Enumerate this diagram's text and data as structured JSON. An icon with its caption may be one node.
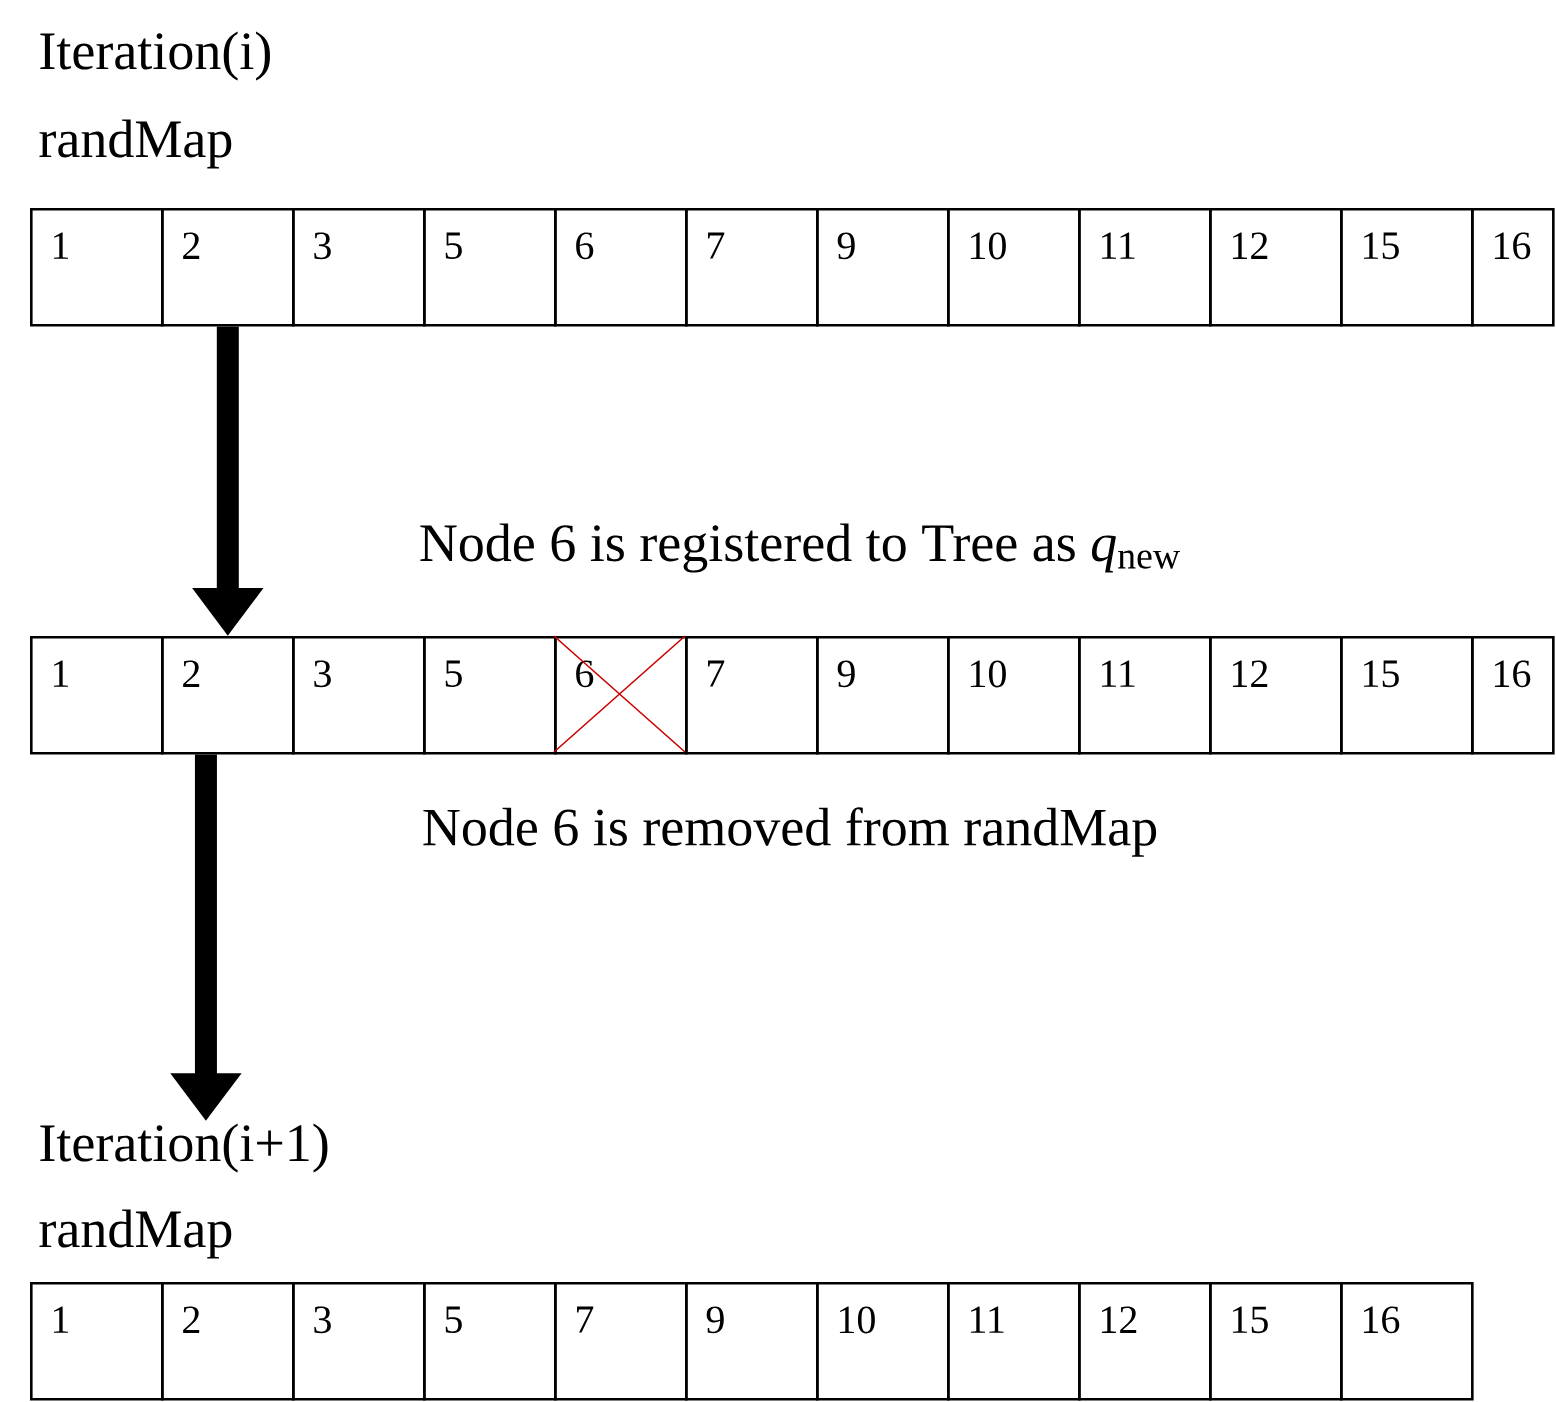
{
  "diagram": {
    "nodes": [
      {
        "text": [
          "1"
        ]
      },
      {
        "text": [
          "2"
        ]
      },
      {
        "text": [
          "3"
        ]
      },
      {
        "text": [
          "5"
        ]
      },
      {
        "text": [
          "6"
        ]
      },
      {
        "text": [
          "7"
        ]
      },
      {
        "text": [
          "9"
        ]
      },
      {
        "text": [
          "10"
        ]
      },
      {
        "text": [
          "11"
        ]
      },
      {
        "text": [
          "12"
        ]
      },
      {
        "text": [
          "15"
        ]
      },
      {
        "text": [
          "16"
        ]
      },
      {
        "text": [
          "1"
        ]
      },
      {
        "text": [
          "2"
        ]
      },
      {
        "text": [
          "3"
        ]
      },
      {
        "text": [
          "5"
        ]
      },
      {
        "text": [
          "6"
        ]
      },
      {
        "text": [
          "7"
        ]
      },
      {
        "text": [
          "9"
        ]
      },
      {
        "text": [
          "10"
        ]
      },
      {
        "text": [
          "11"
        ]
      },
      {
        "text": [
          "12"
        ]
      },
      {
        "text": [
          "15"
        ]
      },
      {
        "text": [
          "16"
        ]
      },
      {
        "text": [
          "Iteration(i+1)"
        ]
      },
      {
        "text": [
          "1"
        ]
      },
      {
        "text": [
          "2"
        ]
      },
      {
        "text": [
          "3"
        ]
      },
      {
        "text": [
          "5"
        ]
      },
      {
        "text": [
          "7"
        ]
      },
      {
        "text": [
          "9"
        ]
      },
      {
        "text": [
          "10"
        ]
      },
      {
        "text": [
          "11"
        ]
      },
      {
        "text": [
          "12"
        ]
      },
      {
        "text": [
          "15"
        ]
      },
      {
        "text": [
          "16"
        ]
      }
    ],
    "edges": [
      {
        "from": 1,
        "to": 13,
        "arrow": "to"
      },
      {
        "from": 13,
        "to": 24,
        "arrow": "to"
      }
    ],
    "labels": [
      "Iteration(i)",
      "randMap",
      "Node 6 is registered to Tree as *q*$_{new}$",
      "Node 6 is removed from randMap",
      "randMap"
    ]
  }
}
